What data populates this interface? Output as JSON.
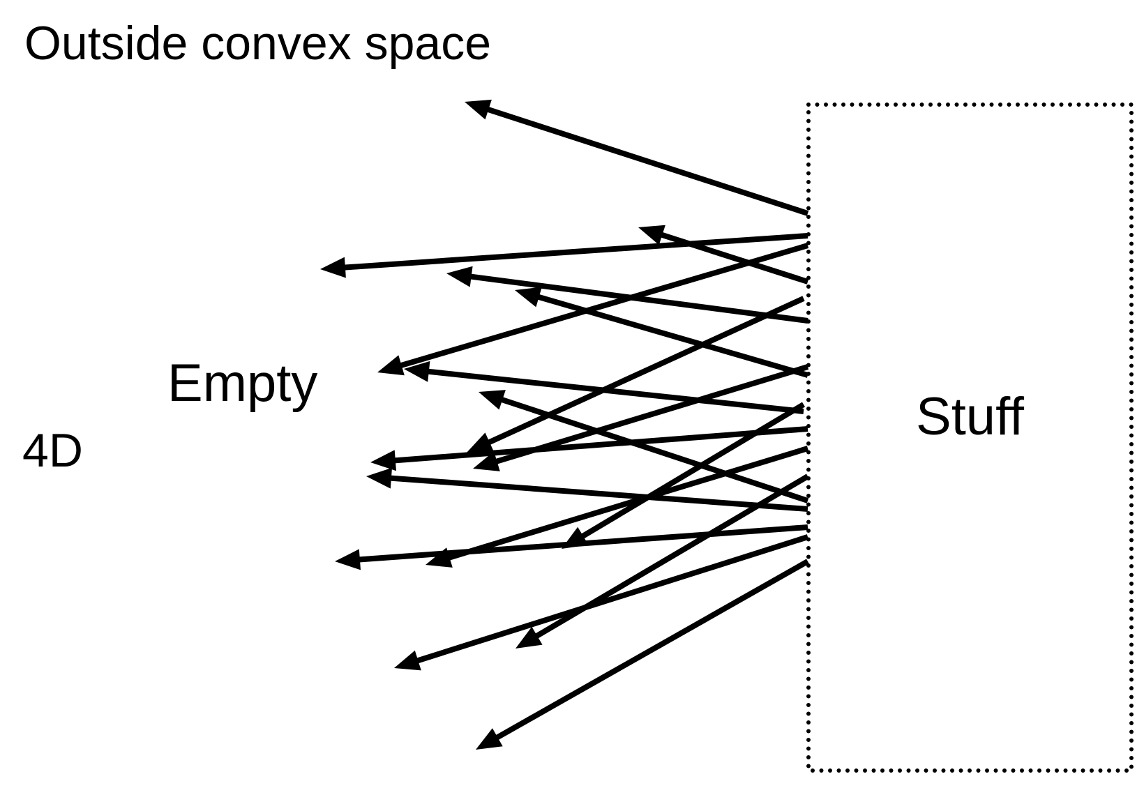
{
  "diagram": {
    "title": "Outside convex space",
    "empty_label": "Empty",
    "dimension_label": "4D",
    "region_label": "Stuff",
    "line_color": "#000000",
    "background_color": "#ffffff",
    "arrow_count": 18
  }
}
